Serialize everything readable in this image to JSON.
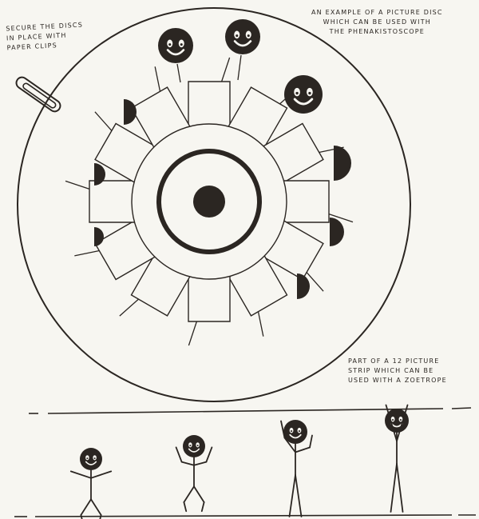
{
  "annotations": {
    "clips": [
      "SECURE THE DISCS",
      "IN PLACE WITH",
      "PAPER CLIPS"
    ],
    "disc": [
      "AN EXAMPLE OF A PICTURE DISC",
      "WHICH CAN BE USED WITH",
      "THE PHENAKISTOSCOPE"
    ],
    "strip": [
      "PART OF A 12 PICTURE",
      "STRIP WHICH CAN BE",
      "USED WITH A ZOETROPE"
    ]
  },
  "colors": {
    "ink": "#2b2622",
    "paper": "#f7f6f1"
  },
  "disc": {
    "frame_count": 12
  },
  "strip": {
    "figure_count": 4
  }
}
